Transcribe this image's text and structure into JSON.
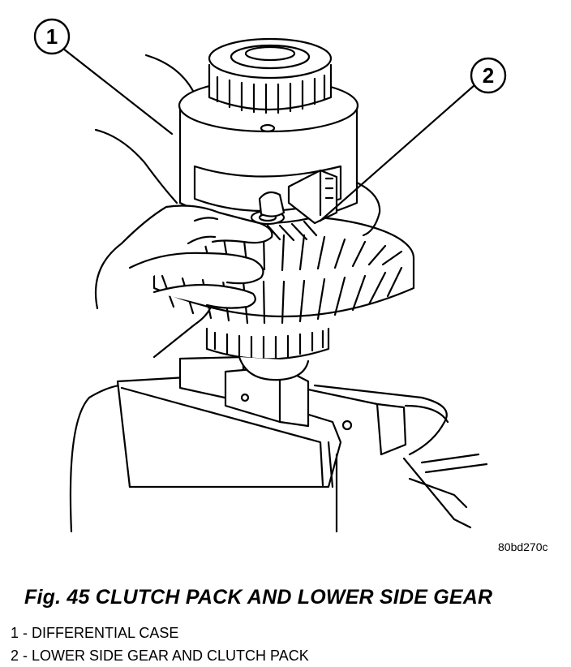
{
  "figure": {
    "reference_code": "80bd270c",
    "caption": "Fig. 45 CLUTCH PACK AND LOWER SIDE GEAR",
    "callouts": [
      {
        "number": "1",
        "label": "1 - DIFFERENTIAL CASE"
      },
      {
        "number": "2",
        "label": "2 - LOWER SIDE GEAR AND CLUTCH PACK"
      }
    ]
  }
}
